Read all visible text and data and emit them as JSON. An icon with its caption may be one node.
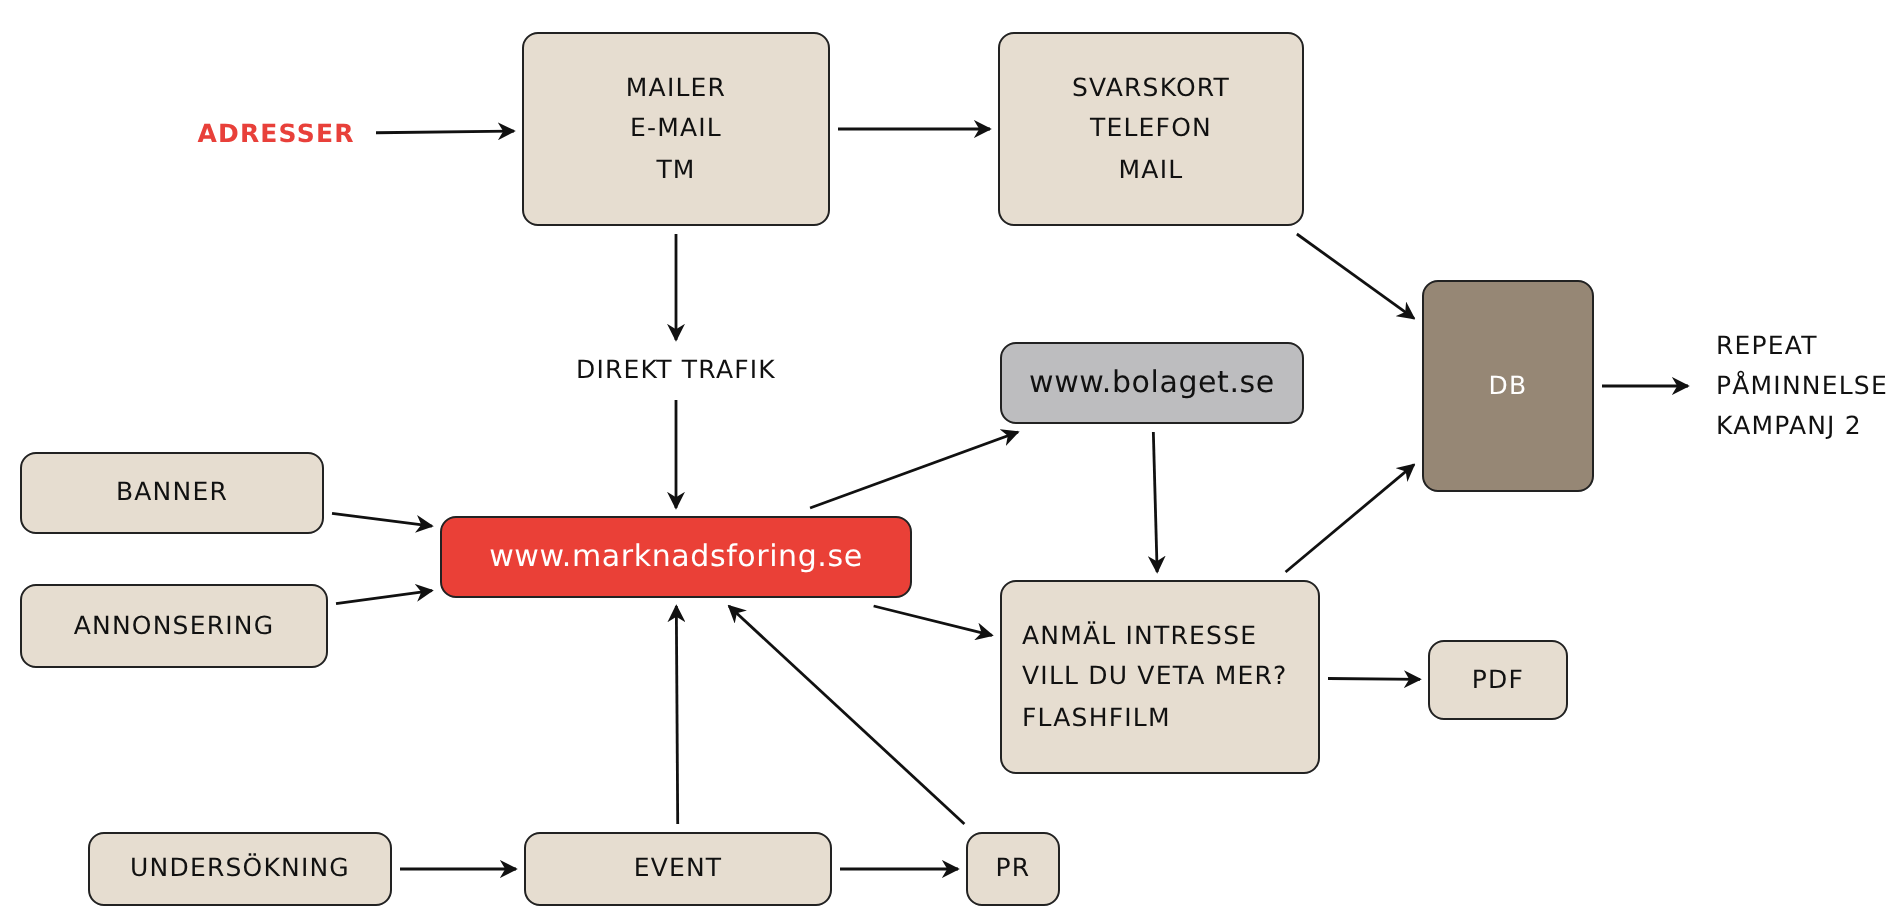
{
  "diagram": {
    "nodes": [
      {
        "text": [
          "ADRESSER"
        ]
      },
      {
        "text": [
          "MAILER",
          "E-MAIL",
          "TM"
        ]
      },
      {
        "text": [
          "SVARSKORT",
          "TELEFON",
          "MAIL"
        ]
      },
      {
        "text": [
          "DIREKT TRAFIK"
        ]
      },
      {
        "text": [
          "www.bolaget.se"
        ]
      },
      {
        "text": [
          "DB"
        ]
      },
      {
        "text": [
          "REPEAT",
          "PÅMINNELSE",
          "KAMPANJ 2"
        ]
      },
      {
        "text": [
          "BANNER"
        ]
      },
      {
        "text": [
          "ANNONSERING"
        ]
      },
      {
        "text": [
          "www.marknadsforing.se"
        ]
      },
      {
        "text": [
          "ANMÄL INTRESSE",
          "VILL DU VETA MER?",
          "FLASHFILM"
        ]
      },
      {
        "text": [
          "PDF"
        ]
      },
      {
        "text": [
          "UNDERSÖKNING"
        ]
      },
      {
        "text": [
          "EVENT"
        ]
      },
      {
        "text": [
          "PR"
        ]
      }
    ],
    "edges": [
      {
        "from": 0,
        "to": 1,
        "arrow": "to"
      },
      {
        "from": 1,
        "to": 2,
        "arrow": "to"
      },
      {
        "from": 1,
        "to": 3,
        "arrow": "to"
      },
      {
        "from": 3,
        "to": 9,
        "arrow": "to"
      },
      {
        "from": 2,
        "to": 5,
        "arrow": "to"
      },
      {
        "from": 7,
        "to": 9,
        "arrow": "to"
      },
      {
        "from": 8,
        "to": 9,
        "arrow": "to"
      },
      {
        "from": 9,
        "to": 4,
        "arrow": "to"
      },
      {
        "from": 4,
        "to": 10,
        "arrow": "to"
      },
      {
        "from": 9,
        "to": 10,
        "arrow": "to"
      },
      {
        "from": 10,
        "to": 11,
        "arrow": "to"
      },
      {
        "from": 10,
        "to": 5,
        "arrow": "to"
      },
      {
        "from": 5,
        "to": 6,
        "arrow": "to"
      },
      {
        "from": 12,
        "to": 13,
        "arrow": "to"
      },
      {
        "from": 13,
        "to": 9,
        "arrow": "to"
      },
      {
        "from": 13,
        "to": 14,
        "arrow": "to"
      },
      {
        "from": 14,
        "to": 9,
        "arrow": "to"
      }
    ]
  }
}
